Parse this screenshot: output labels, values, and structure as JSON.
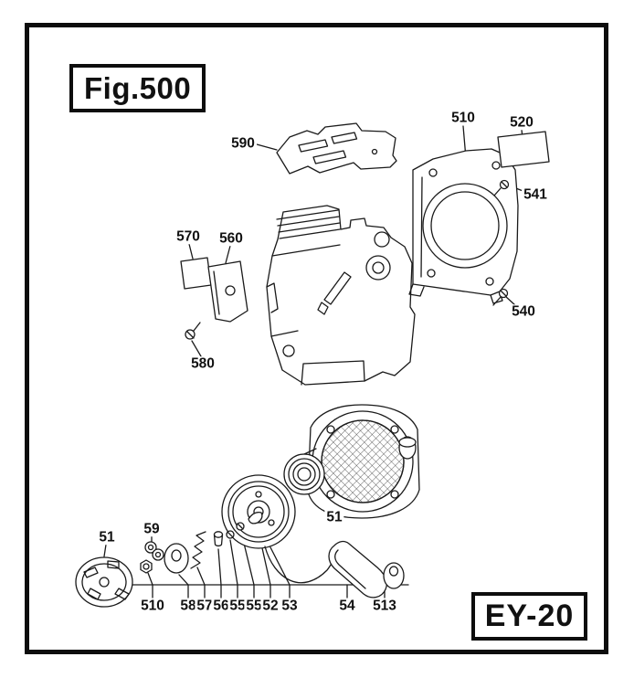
{
  "figure": {
    "title": "Fig.500",
    "model": "EY-20"
  },
  "part_labels": [
    {
      "id": "590",
      "text": "590"
    },
    {
      "id": "510-top",
      "text": "510"
    },
    {
      "id": "520",
      "text": "520"
    },
    {
      "id": "541",
      "text": "541"
    },
    {
      "id": "540",
      "text": "540"
    },
    {
      "id": "570",
      "text": "570"
    },
    {
      "id": "560",
      "text": "560"
    },
    {
      "id": "580",
      "text": "580"
    },
    {
      "id": "51-left",
      "text": "51"
    },
    {
      "id": "59",
      "text": "59"
    },
    {
      "id": "51-center",
      "text": "51"
    },
    {
      "id": "510-bottom",
      "text": "510"
    },
    {
      "id": "58",
      "text": "58"
    },
    {
      "id": "57",
      "text": "57"
    },
    {
      "id": "56",
      "text": "56"
    },
    {
      "id": "55-a",
      "text": "55"
    },
    {
      "id": "55-b",
      "text": "55"
    },
    {
      "id": "52",
      "text": "52"
    },
    {
      "id": "53",
      "text": "53"
    },
    {
      "id": "54",
      "text": "54"
    },
    {
      "id": "513",
      "text": "513"
    }
  ]
}
